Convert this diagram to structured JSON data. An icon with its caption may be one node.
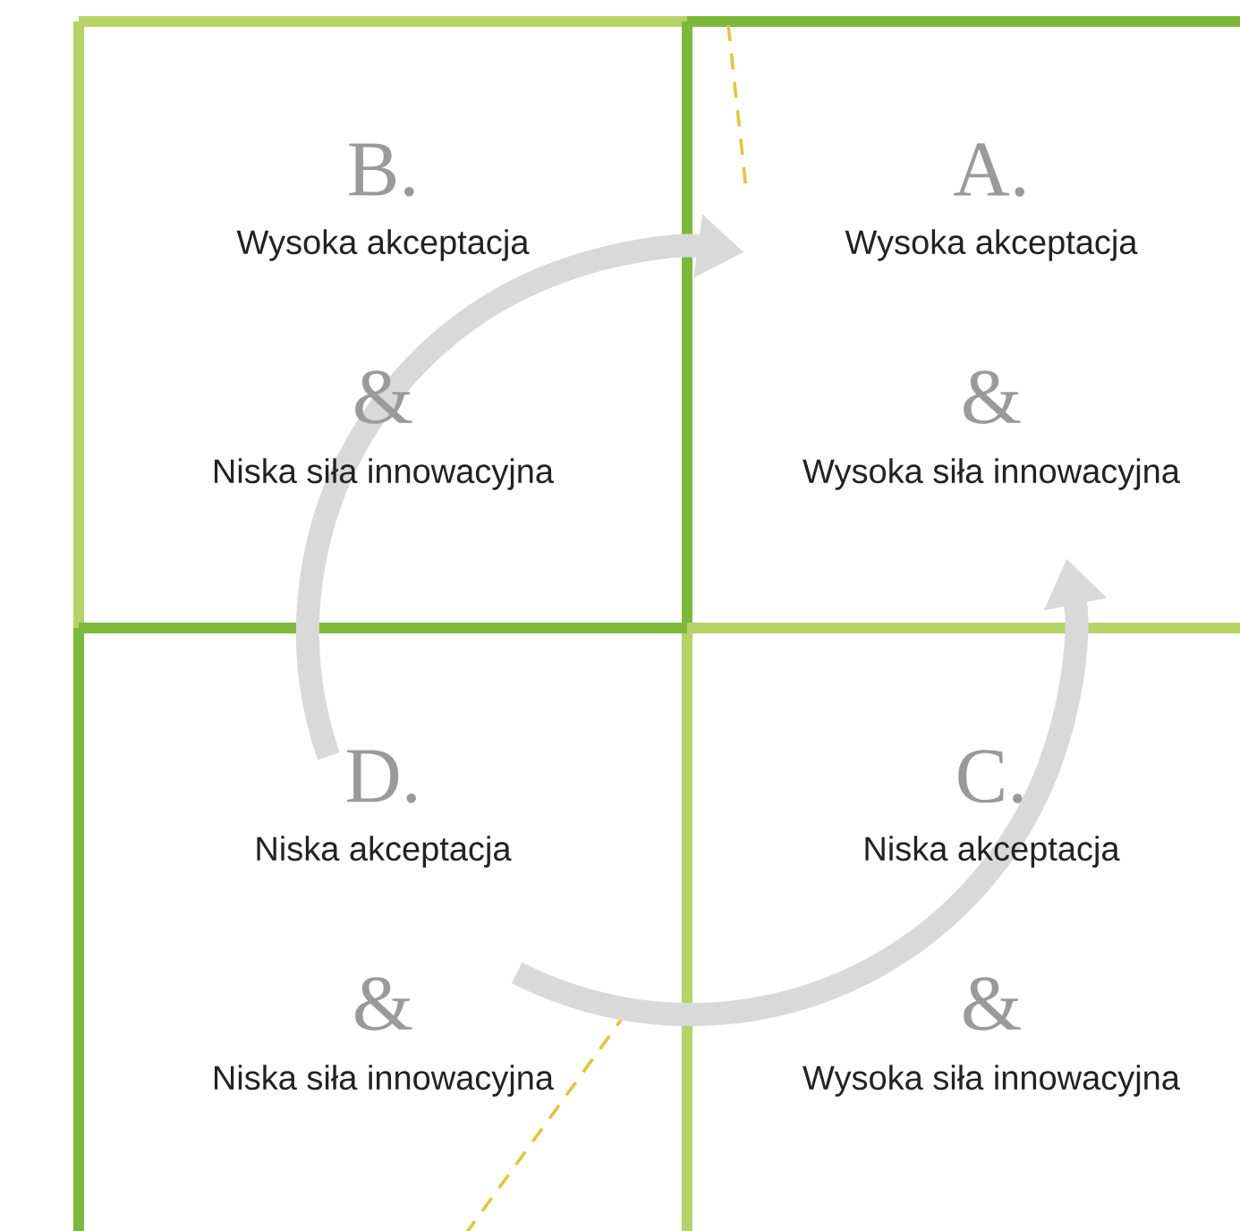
{
  "diagram": {
    "nodes": [
      {
        "text": [
          "B.",
          "Wysoka akceptacja",
          "&",
          "Niska siła innowacyjna"
        ]
      },
      {
        "text": [
          "A.",
          "Wysoka akceptacja",
          "&",
          "Wysoka siła innowacyjna"
        ]
      },
      {
        "text": [
          "D.",
          "Niska akceptacja",
          "&",
          "Niska siła innowacyjna"
        ]
      },
      {
        "text": [
          "C.",
          "Niska akceptacja",
          "&",
          "Wysoka siła innowacyjna"
        ]
      }
    ],
    "edges": [
      {
        "from": 2,
        "to": 1,
        "arrow": "to"
      },
      {
        "from": 2,
        "to": 1,
        "arrow": "to"
      }
    ]
  }
}
